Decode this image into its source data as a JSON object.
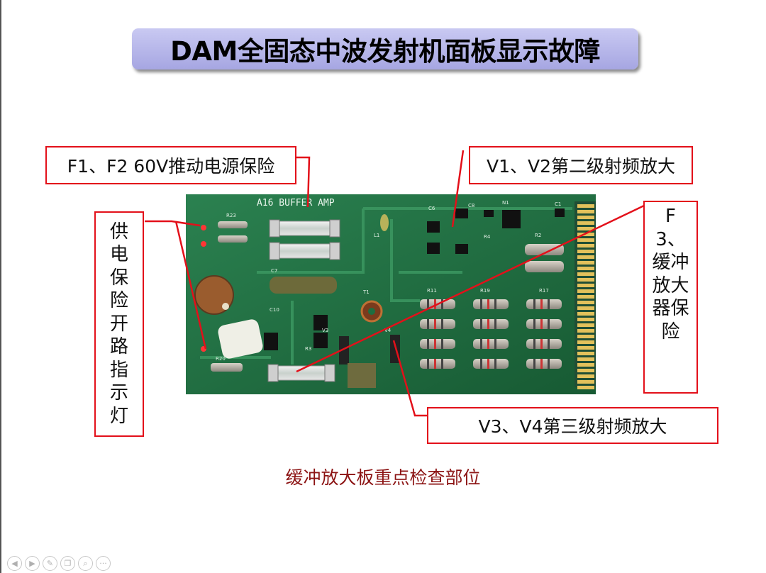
{
  "slide": {
    "title": "DAM全固态中波发射机面板显示故障",
    "caption": "缓冲放大板重点检查部位"
  },
  "callouts": {
    "fuse_f1f2": "F1、F2 60V推动电源保险",
    "stage2_rf": "V1、V2第二级射频放大",
    "stage3_rf": "V3、V4第三级射频放大",
    "power_fuse_indicator": "供电保险开路指示灯",
    "buffer_fuse_f3": "F3、缓冲放大器保险"
  },
  "board": {
    "silkscreen_title": "A16 BUFFER AMP",
    "component_labels": [
      "R23",
      "R20",
      "R2",
      "R3",
      "R4",
      "R11",
      "R17",
      "R19",
      "C10",
      "C6",
      "C8",
      "C1",
      "C7",
      "N1",
      "V3",
      "V4",
      "T1",
      "L1"
    ]
  },
  "toolbar": {
    "icons": [
      "prev-icon",
      "next-icon",
      "pen-icon",
      "copy-icon",
      "zoom-icon",
      "more-icon"
    ],
    "more_glyph": "···"
  },
  "colors": {
    "title_bg": "#b8b8ec",
    "callout_border": "#e3101a",
    "caption_text": "#8c1414",
    "pcb_green": "#1f6e40"
  }
}
